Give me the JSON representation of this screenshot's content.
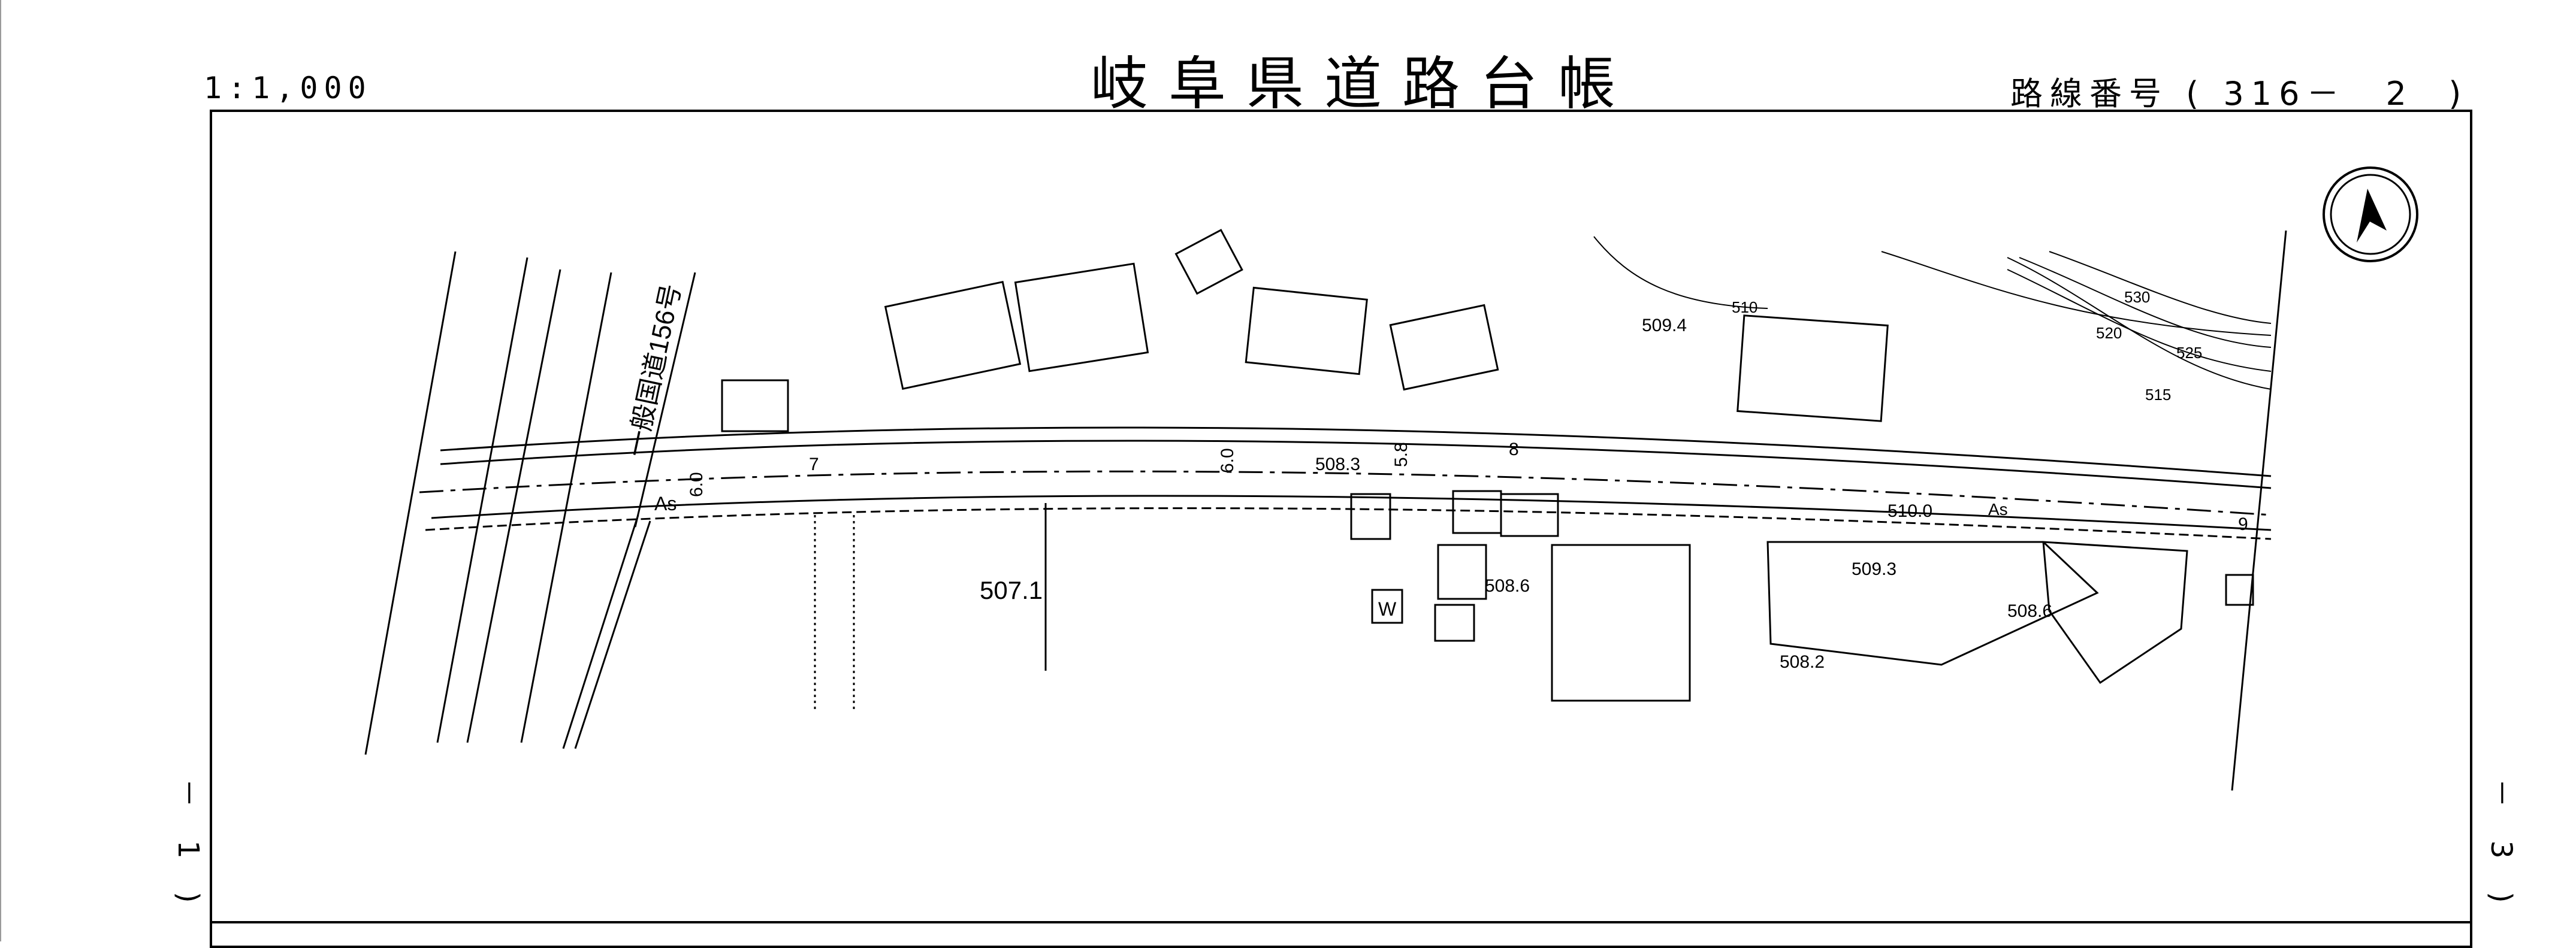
{
  "header": {
    "scale": "1:1,000",
    "title": "岐阜県道路台帳",
    "route_label": "路線番号",
    "route_open": "(",
    "route_number": "316－　2",
    "route_close": ")"
  },
  "side_labels": {
    "left": "－ 1 )",
    "right": "－ 3 )"
  },
  "map": {
    "road_name": "一般国道156号",
    "road_surface": "As",
    "widths": [
      "6.0",
      "6.0",
      "5.8"
    ],
    "station_labels": [
      "7",
      "8",
      "9"
    ],
    "elevations": [
      "508.3",
      "509.4",
      "510.0",
      "507.1",
      "508.6",
      "509.3",
      "508.6",
      "508.2"
    ],
    "contours": [
      "510",
      "515",
      "520",
      "525",
      "530"
    ],
    "structure_mark": "W",
    "compass": "north-arrow"
  }
}
